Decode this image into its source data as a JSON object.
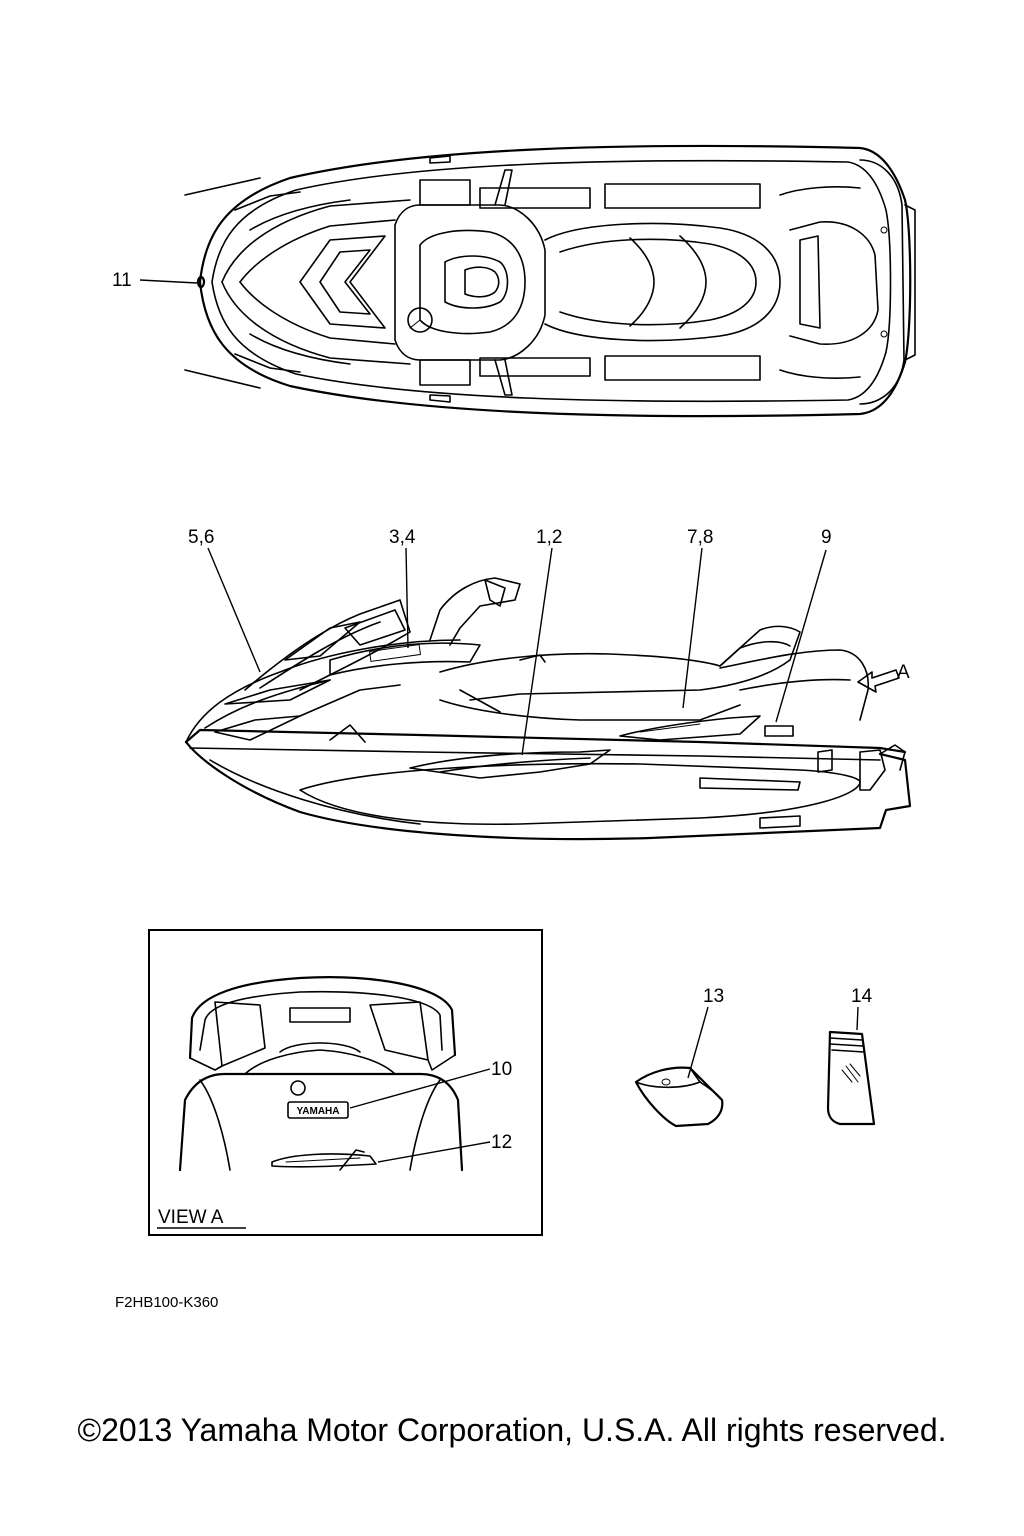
{
  "callouts": {
    "c11": "11",
    "c5_6": "5,6",
    "c3_4": "3,4",
    "c1_2": "1,2",
    "c7_8": "7,8",
    "c9": "9",
    "cA": "A",
    "c10": "10",
    "c12": "12",
    "c13": "13",
    "c14": "14"
  },
  "view_label": "VIEW A",
  "badge_text": "YAMAHA",
  "diagram_code": "F2HB100-K360",
  "copyright": "©2013 Yamaha Motor Corporation, U.S.A. All rights reserved."
}
